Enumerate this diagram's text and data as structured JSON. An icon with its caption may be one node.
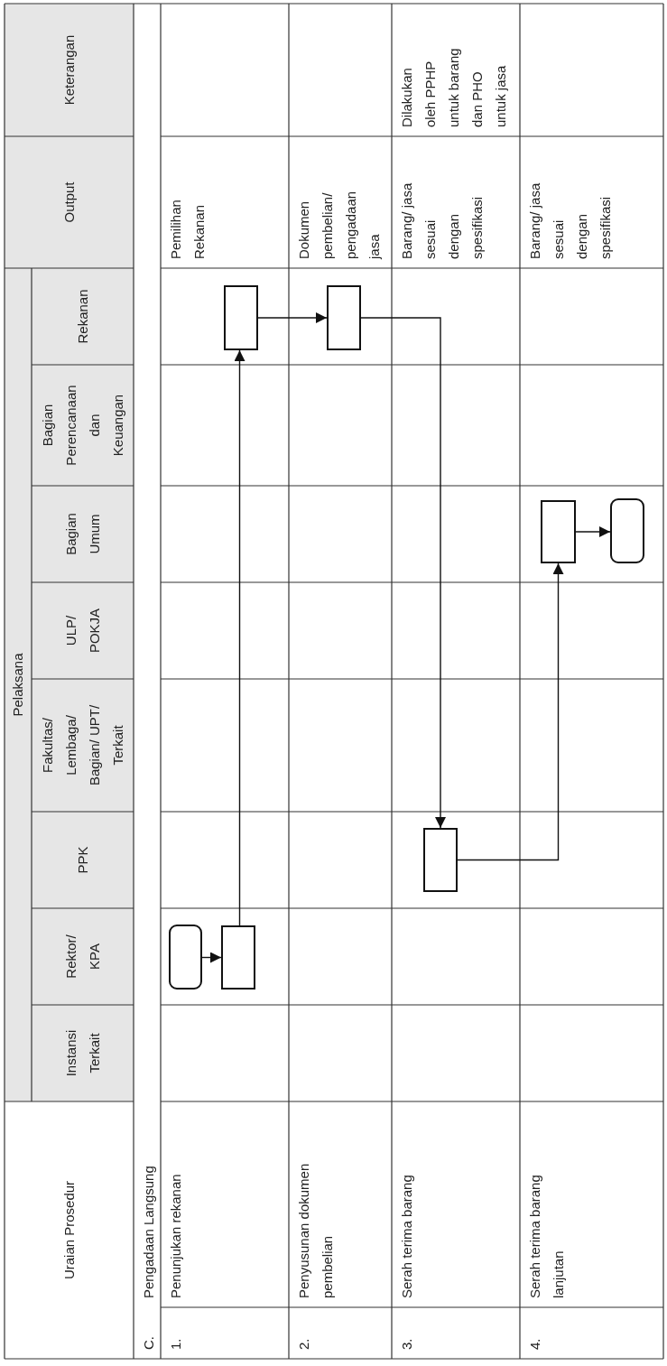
{
  "diagram": {
    "nodes": [
      {
        "text": [],
        "shape": "rounded"
      },
      {
        "text": [],
        "shape": "box"
      },
      {
        "text": [],
        "shape": "box"
      },
      {
        "text": [],
        "shape": "box"
      },
      {
        "text": [],
        "shape": "box"
      },
      {
        "text": [],
        "shape": "box"
      },
      {
        "text": [],
        "shape": "rounded"
      }
    ],
    "edges": [
      {
        "from": 0,
        "to": 1,
        "arrow": "to"
      },
      {
        "from": 1,
        "to": 2,
        "arrow": "to"
      },
      {
        "from": 2,
        "to": 3,
        "arrow": "to"
      },
      {
        "from": 3,
        "to": 4,
        "arrow": "to"
      },
      {
        "from": 4,
        "to": 5,
        "arrow": "to"
      },
      {
        "from": 5,
        "to": 6,
        "arrow": "to"
      }
    ],
    "labels": [
      "Uraian Prosedur",
      "Pelaksana",
      "Instansi Terkait",
      "Rektor/ KPA",
      "PPK",
      "Fakultas/ Lembaga/ Bagian/ UPT/ Terkait",
      "ULP/ POKJA",
      "Bagian Umum",
      "Bagian Perencanaan dan Keuangan",
      "Rekanan",
      "Output",
      "Keterangan",
      "C.",
      "Pengadaan Langsung",
      "1.",
      "Penunjukan rekanan",
      "Pemilihan Rekanan",
      "2.",
      "Penyusunan dokumen pembelian",
      "Dokumen pembelian/ pengadaan jasa",
      "3.",
      "Serah terima barang",
      "Barang/ jasa sesuai dengan spesifikasi",
      "Dilakukan oleh PPHP untuk barang dan PHO untuk jasa",
      "4.",
      "Serah terima barang lanjutan",
      "Barang/ jasa sesuai dengan spesifikasi"
    ]
  }
}
